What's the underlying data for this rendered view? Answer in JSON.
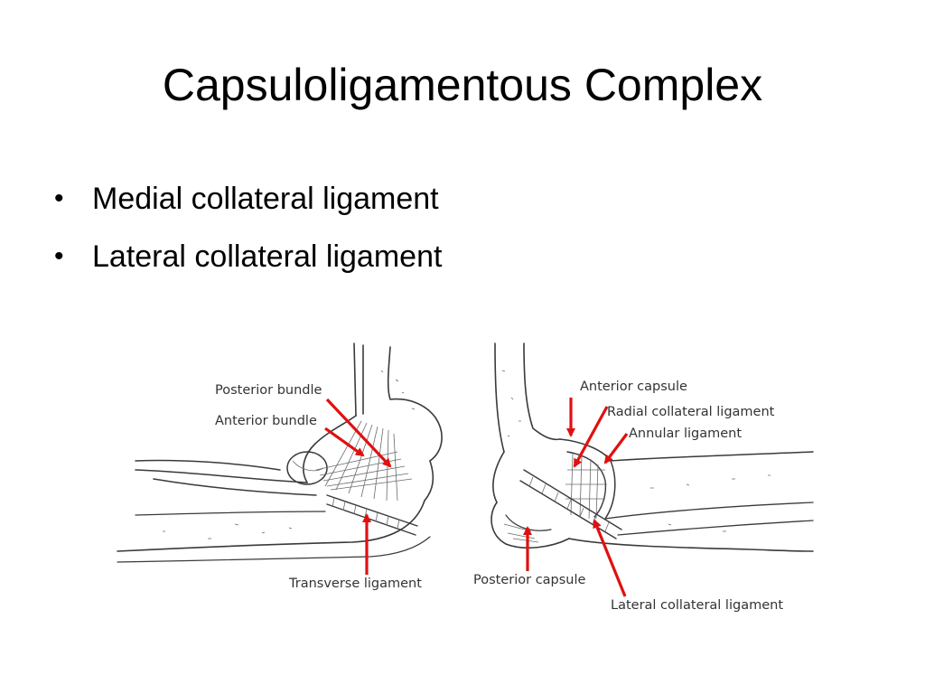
{
  "slide": {
    "title": "Capsuloligamentous Complex",
    "bullets": [
      "Medial collateral ligament",
      "Lateral collateral ligament"
    ]
  },
  "figure": {
    "medial_view": {
      "labels": {
        "posterior_bundle": "Posterior bundle",
        "anterior_bundle": "Anterior bundle",
        "transverse_ligament": "Transverse ligament"
      }
    },
    "lateral_view": {
      "labels": {
        "anterior_capsule": "Anterior capsule",
        "radial_collateral_ligament": "Radial collateral ligament",
        "annular_ligament": "Annular ligament",
        "posterior_capsule": "Posterior capsule",
        "lateral_collateral_ligament": "Lateral collateral ligament"
      }
    },
    "colors": {
      "arrow": "#e01010",
      "line_art": "#3a3a3a"
    }
  }
}
